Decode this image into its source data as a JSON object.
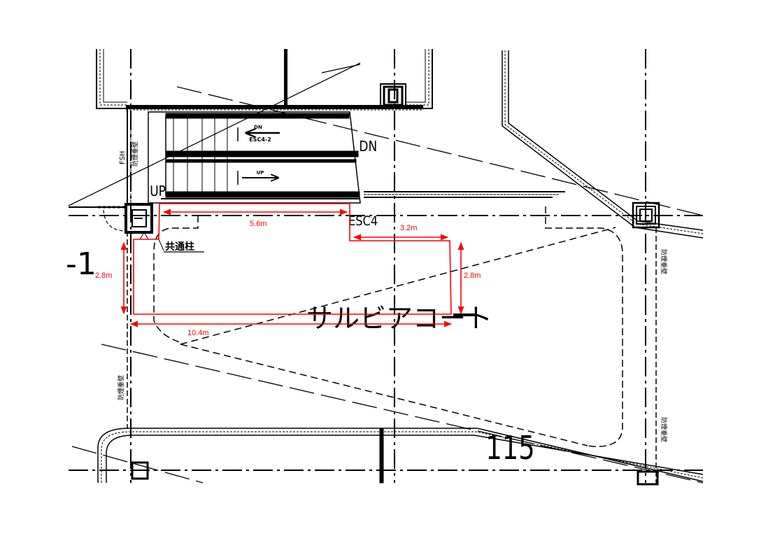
{
  "drawing": {
    "title": "サルビアコート",
    "room_number": "115",
    "grid_label": "-1",
    "labels": {
      "dn_big": "DN",
      "up_big": "UP",
      "esc4": "ESC4",
      "dn_small": "DN",
      "esc4_2": "ESC4-2",
      "up_small": "UP",
      "fsh": "FSH",
      "smoke_wall": "防煙垂壁",
      "shared_column": "共通柱"
    },
    "colors": {
      "line": "#000000",
      "dimension": "#ff0000",
      "background": "#ffffff"
    }
  },
  "dimensions": {
    "top_width": "5.6m",
    "step_width": "3.2m",
    "left_height": "2.8m",
    "right_height": "2.8m",
    "bottom_width": "10.4m"
  }
}
